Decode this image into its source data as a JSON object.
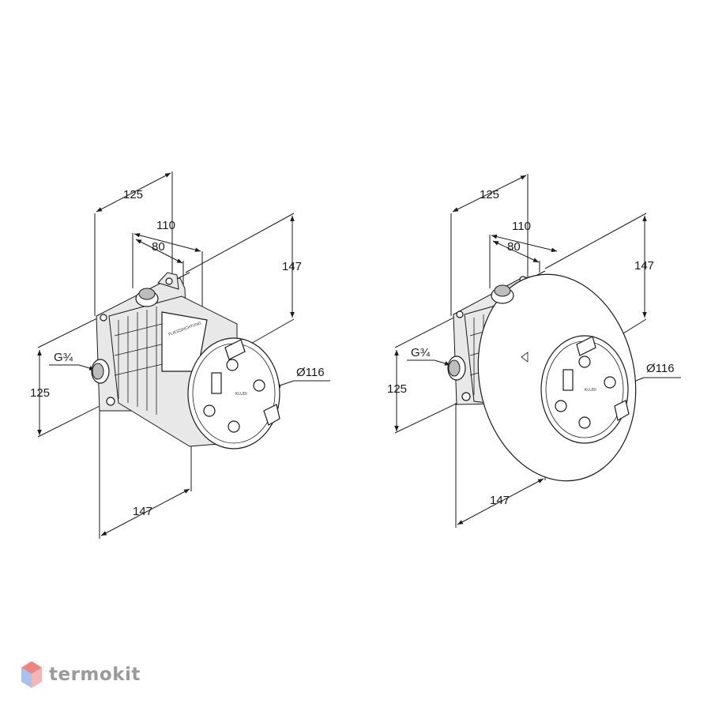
{
  "brand": {
    "watermark_text": "termokit",
    "logo_colors": {
      "top": "#e85a5a",
      "bottom": "#5a8fe8"
    }
  },
  "figures": [
    {
      "id": "concealed-body",
      "dims": {
        "depth_total": "125",
        "depth_mid": "110",
        "depth_short": "80",
        "height_right": "147",
        "thread": "G¾",
        "height_left": "125",
        "diameter": "Ø116",
        "width_bottom": "147"
      }
    },
    {
      "id": "concealed-body-with-plaster-guard",
      "dims": {
        "depth_total": "125",
        "depth_mid": "110",
        "depth_short": "80",
        "height_right": "147",
        "thread": "G¾",
        "height_left": "125",
        "diameter": "Ø116",
        "width_bottom": "147"
      }
    }
  ]
}
